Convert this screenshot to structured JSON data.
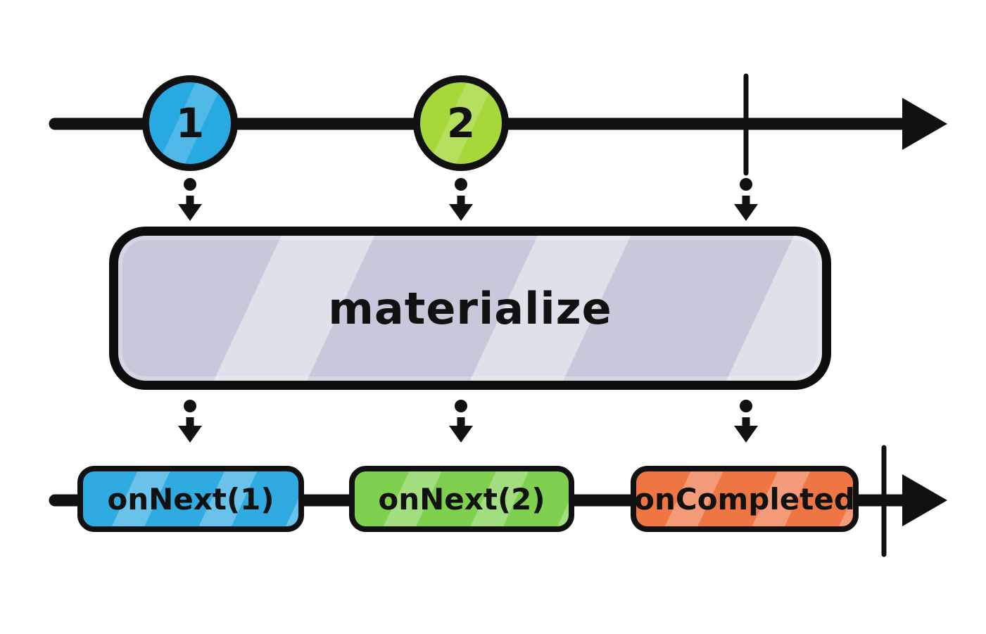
{
  "diagram": {
    "operator": {
      "label": "materialize"
    },
    "input_stream": {
      "marbles": [
        {
          "label": "1"
        },
        {
          "label": "2"
        }
      ],
      "has_complete_tick": true
    },
    "output_stream": {
      "events": [
        {
          "label": "onNext(1)"
        },
        {
          "label": "onNext(2)"
        },
        {
          "label": "onCompleted"
        }
      ],
      "has_complete_tick": true
    }
  },
  "colors": {
    "stroke": "#111111",
    "marble_1_fill": "#29a9e1",
    "marble_2_fill": "#a6d839",
    "operator_fill": "#c7c9db",
    "event_next1_fill": "#2fabe1",
    "event_next2_fill": "#7fd04f",
    "event_completed_fill": "#ee7544"
  }
}
